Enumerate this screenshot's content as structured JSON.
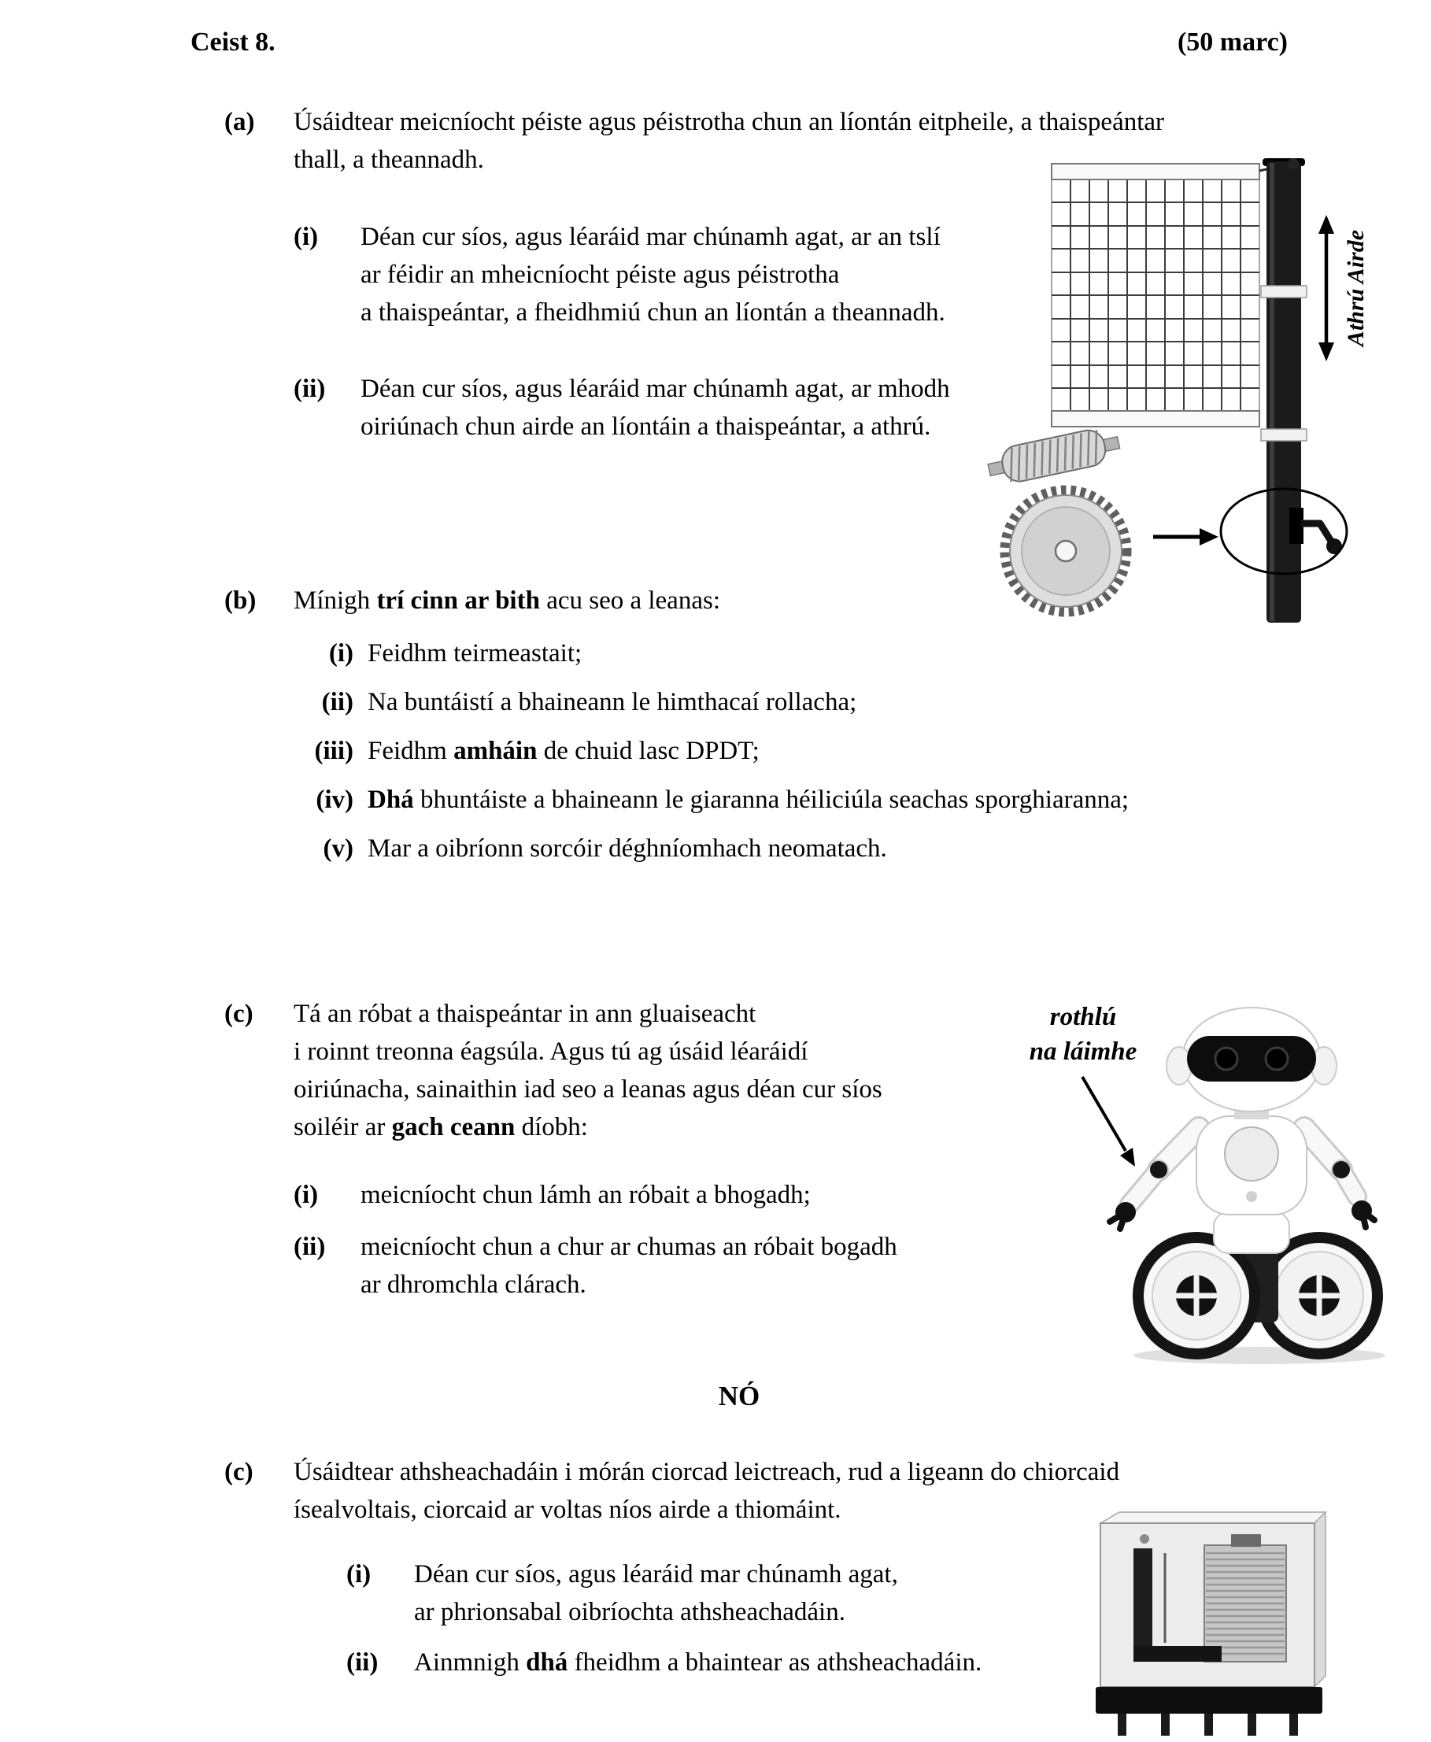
{
  "header": {
    "question_label": "Ceist 8.",
    "marks": "(50 marc)"
  },
  "part_a": {
    "label": "(a)",
    "intro_lines": [
      "Úsáidtear meicníocht péiste agus péistrotha chun an líontán eitpheile, a thaispeántar",
      "thall, a theannadh."
    ],
    "item_i": {
      "label": "(i)",
      "lines": [
        "Déan cur síos, agus léaráid mar chúnamh agat, ar an tslí",
        "ar féidir an mheicníocht péiste agus péistrotha",
        "a thaispeántar, a fheidhmiú chun an líontán a theannadh."
      ]
    },
    "item_ii": {
      "label": "(ii)",
      "lines": [
        "Déan cur síos, agus léaráid mar chúnamh agat, ar mhodh",
        "oiriúnach chun airde an líontáin a thaispeántar, a athrú."
      ]
    },
    "figure": {
      "height_label": "Athrú Airde"
    }
  },
  "part_b": {
    "label": "(b)",
    "intro": {
      "pre": "Mínigh ",
      "bold": "trí cinn ar bith",
      "post": " acu seo a leanas:"
    },
    "items": [
      {
        "label": "(i)",
        "pre": "Feidhm teirmeastait;",
        "bold": "",
        "post": ""
      },
      {
        "label": "(ii)",
        "pre": "Na buntáistí a bhaineann le himthacaí rollacha;",
        "bold": "",
        "post": ""
      },
      {
        "label": "(iii)",
        "pre": "Feidhm ",
        "bold": "amháin",
        "post": " de chuid lasc DPDT;"
      },
      {
        "label": "(iv)",
        "pre": "",
        "bold": "Dhá",
        "post": " bhuntáiste a bhaineann le giaranna héiliciúla seachas sporghiaranna;"
      },
      {
        "label": "(v)",
        "pre": "Mar a oibríonn sorcóir déghníomhach neomatach.",
        "bold": "",
        "post": ""
      }
    ]
  },
  "part_c_robot": {
    "label": "(c)",
    "intro_lines": [
      "Tá an róbat a thaispeántar in ann gluaiseacht",
      "i roinnt treonna éagsúla.  Agus tú ag úsáid léaráidí",
      "oiriúnacha, sainaithin iad seo a leanas agus déan cur síos"
    ],
    "intro_last": {
      "pre": "soiléir ar ",
      "bold": "gach ceann",
      "post": " díobh:"
    },
    "item_i": {
      "label": "(i)",
      "lines": [
        "meicníocht chun lámh an róbait a bhogadh;"
      ]
    },
    "item_ii": {
      "label": "(ii)",
      "lines": [
        "meicníocht chun a chur ar chumas an róbait bogadh",
        "ar dhromchla clárach."
      ]
    },
    "figure": {
      "hand_label_line1": "rothlú",
      "hand_label_line2": "na láimhe"
    }
  },
  "divider": {
    "text": "NÓ"
  },
  "part_c_relay": {
    "label": "(c)",
    "intro_lines": [
      "Úsáidtear athsheachadáin i mórán ciorcad leictreach, rud a ligeann do chiorcaid",
      "ísealvoltais, ciorcaid ar voltas níos airde a thiomáint."
    ],
    "item_i": {
      "label": "(i)",
      "lines": [
        "Déan cur síos, agus léaráid mar chúnamh agat,",
        "ar phrionsabal oibríochta athsheachadáin."
      ]
    },
    "item_ii": {
      "label": "(ii)",
      "pre": "Ainmnigh ",
      "bold": "dhá",
      "post": " fheidhm a bhaintear as athsheachadáin."
    }
  }
}
